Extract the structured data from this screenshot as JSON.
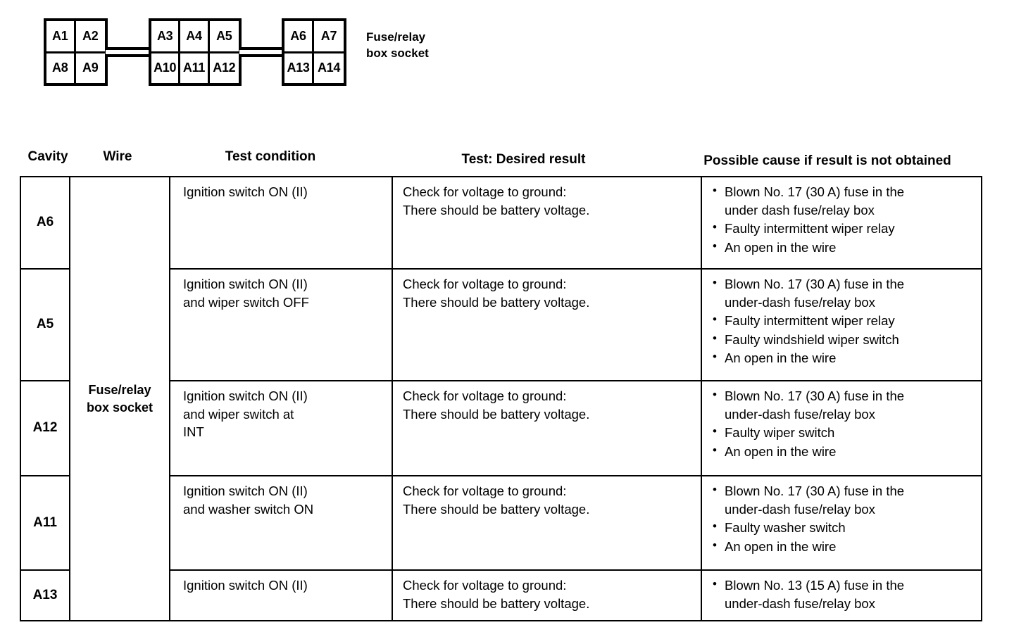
{
  "connector": {
    "caption": "Fuse/relay\nbox socket",
    "blocks": [
      {
        "top": [
          "A1",
          "A2"
        ],
        "bottom": [
          "A8",
          "A9"
        ]
      },
      {
        "top": [
          "A3",
          "A4",
          "A5"
        ],
        "bottom": [
          "A10",
          "A11",
          "A12"
        ]
      },
      {
        "top": [
          "A6",
          "A7"
        ],
        "bottom": [
          "A13",
          "A14"
        ]
      }
    ]
  },
  "table": {
    "headers": {
      "cavity": "Cavity",
      "wire": "Wire",
      "test_condition": "Test condition",
      "desired_result": "Test: Desired result",
      "possible_cause": "Possible cause if result is not obtained"
    },
    "wire_label": "Fuse/relay\nbox socket",
    "rows": [
      {
        "cavity": "A6",
        "test_condition": "Ignition switch ON (II)",
        "desired_result": "Check for voltage to ground:\nThere should be battery voltage.",
        "causes": [
          "Blown No. 17 (30 A) fuse in the\nunder dash fuse/relay box",
          "Faulty intermittent wiper relay",
          "An open in the wire"
        ]
      },
      {
        "cavity": "A5",
        "test_condition": "Ignition switch ON (II)\nand wiper switch OFF",
        "desired_result": "Check for voltage to ground:\nThere should be battery voltage.",
        "causes": [
          "Blown No. 17 (30 A) fuse in the\nunder-dash fuse/relay box",
          "Faulty intermittent wiper relay",
          "Faulty windshield wiper switch",
          "An open in the wire"
        ]
      },
      {
        "cavity": "A12",
        "test_condition": "Ignition switch ON (II)\nand wiper switch at\nINT",
        "desired_result": "Check for voltage to ground:\nThere should be battery voltage.",
        "causes": [
          "Blown No. 17 (30 A) fuse in the\nunder-dash fuse/relay box",
          "Faulty wiper switch",
          "An open in the wire"
        ]
      },
      {
        "cavity": "A11",
        "test_condition": "Ignition switch ON (II)\nand washer switch ON",
        "desired_result": "Check for voltage to ground:\nThere should be battery voltage.",
        "causes": [
          "Blown No. 17 (30 A) fuse in the\nunder-dash fuse/relay box",
          "Faulty washer switch",
          "An open in the wire"
        ]
      },
      {
        "cavity": "A13",
        "test_condition": "Ignition switch ON (II)",
        "desired_result": "Check for voltage to ground:\nThere should be battery voltage.",
        "causes": [
          "Blown No. 13 (15 A) fuse in the\nunder-dash fuse/relay box"
        ]
      }
    ]
  }
}
